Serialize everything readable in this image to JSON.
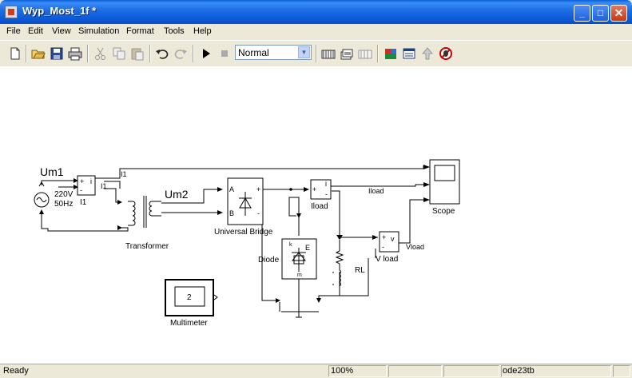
{
  "window": {
    "title": "Wyp_Most_1f *",
    "min_glyph": "_",
    "max_glyph": "□",
    "close_glyph": "✕"
  },
  "menu": [
    "File",
    "Edit",
    "View",
    "Simulation",
    "Format",
    "Tools",
    "Help"
  ],
  "toolbar": {
    "buttons": [
      "new-icon",
      "open-icon",
      "save-icon",
      "print-icon",
      "cut-icon",
      "copy-icon",
      "paste-icon",
      "undo-icon",
      "redo-icon",
      "start-simulation-icon",
      "stop-simulation-icon",
      "build-icon",
      "update-diagram-icon",
      "build-subsystem-icon",
      "library-browser-icon",
      "model-explorer-icon",
      "go-to-parent-icon",
      "debug-icon"
    ],
    "sim_mode": "Normal"
  },
  "diagram": {
    "um1": "Um1",
    "source_v": "220V",
    "source_f": "50Hz",
    "i1_block": "I1",
    "i1_wire": "I1",
    "i1_scope_wire": "I1",
    "um2": "Um2",
    "transformer": "Transformer",
    "bridge": "Universal Bridge",
    "bridge_a": "A",
    "bridge_b": "B",
    "bridge_plus": "+",
    "bridge_minus": "-",
    "iload_block": "Iload",
    "iload_wire": "Iload",
    "scope": "Scope",
    "diode": "Diode",
    "diode_e": "E",
    "diode_m": "m",
    "diode_k": "k",
    "rl": "RL",
    "vload_block": "V load",
    "vload_wire": "Vload",
    "multimeter": "Multimeter",
    "multimeter_value": "2",
    "meas_plus": "+",
    "meas_minus": "-",
    "meas_i": "i",
    "meas_v": "v"
  },
  "status": {
    "text": "Ready",
    "zoom": "100%",
    "solver": "ode23tb"
  }
}
